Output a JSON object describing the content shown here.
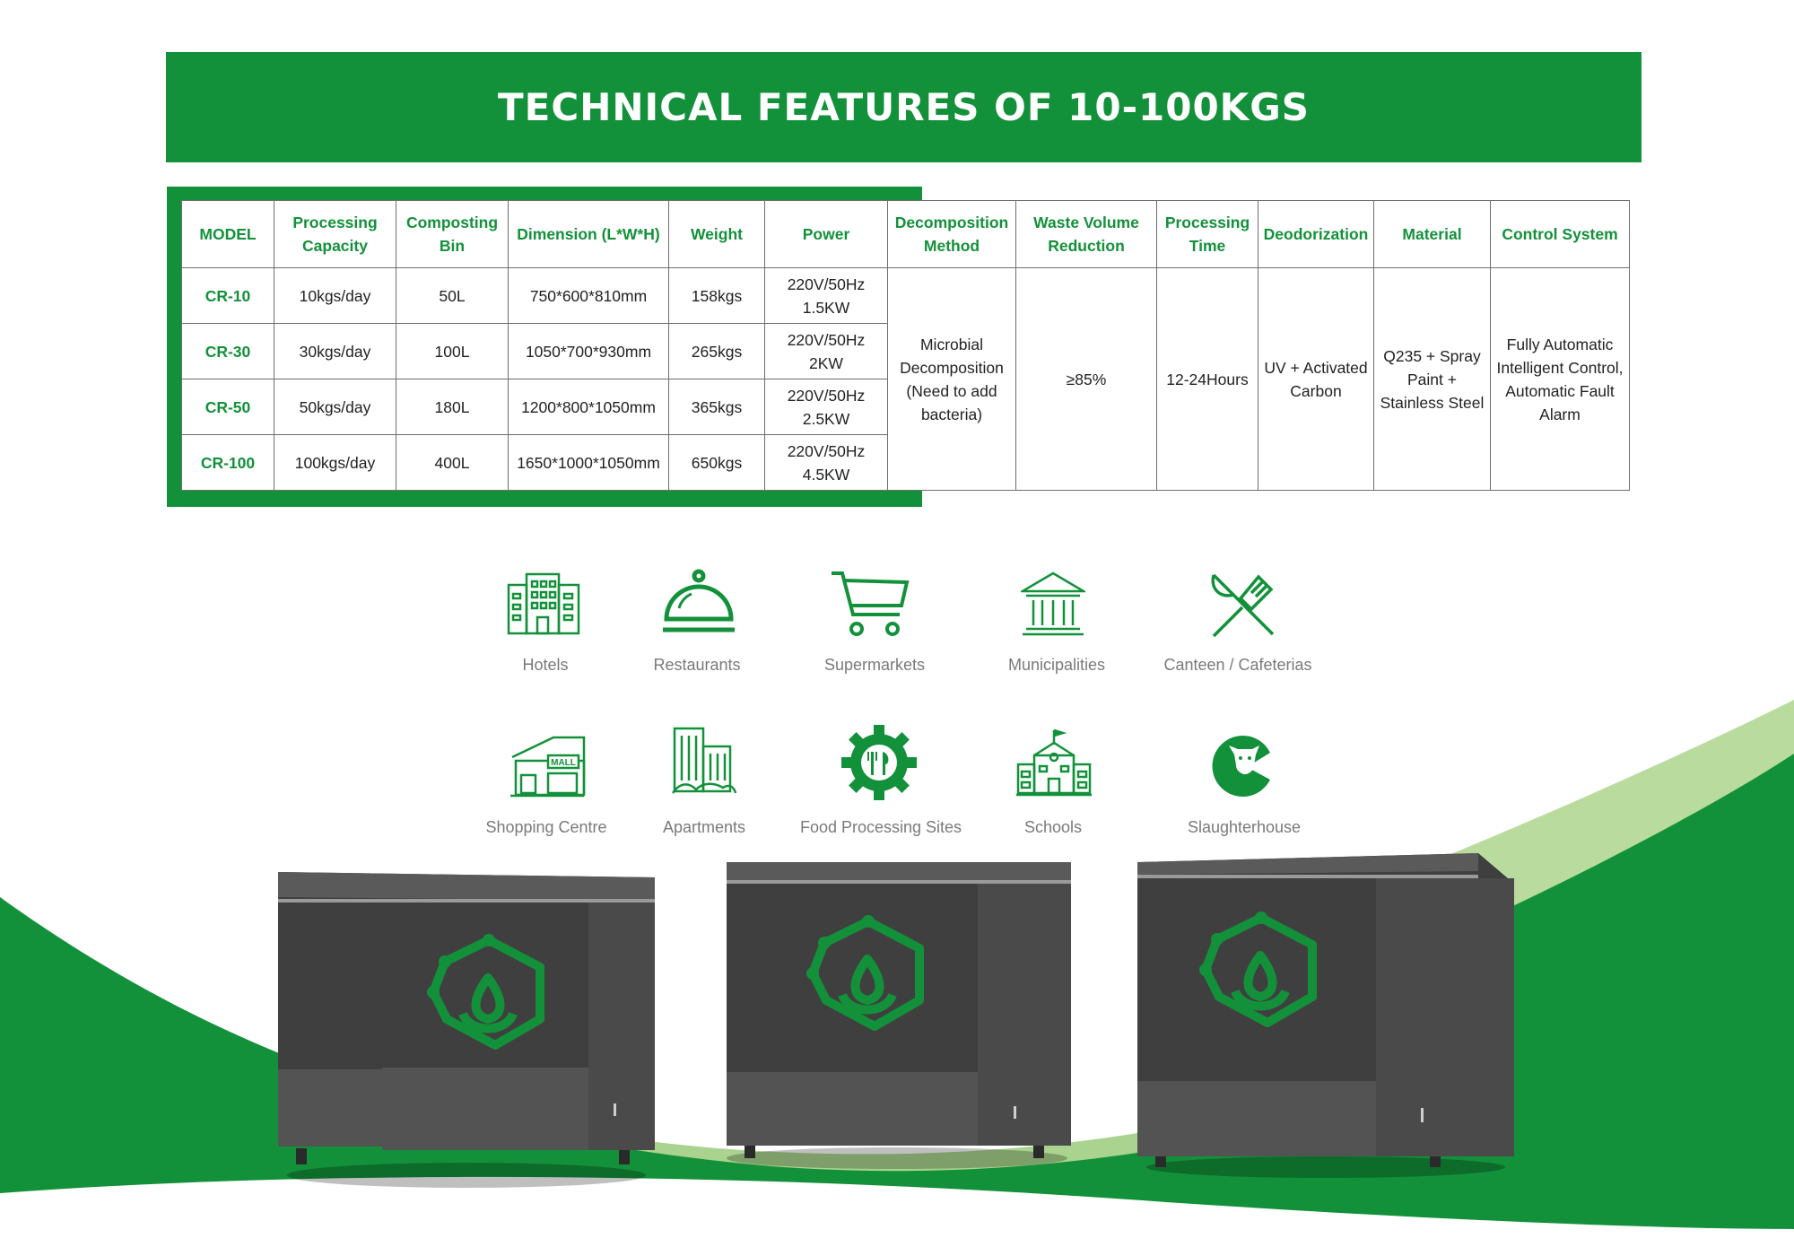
{
  "banner": {
    "title": "TECHNICAL FEATURES OF 10-100KGS"
  },
  "table": {
    "headers": {
      "model": "MODEL",
      "capacity": "Processing Capacity",
      "bin": "Composting Bin",
      "dimension": "Dimension (L*W*H)",
      "weight": "Weight",
      "power": "Power",
      "method": "Decomposition Method",
      "reduction": "Waste Volume Reduction",
      "time": "Processing Time",
      "deodor": "Deodorization",
      "material": "Material",
      "control": "Control System"
    },
    "rows": [
      {
        "model": "CR-10",
        "capacity": "10kgs/day",
        "bin": "50L",
        "dimension": "750*600*810mm",
        "weight": "158kgs",
        "voltage": "220V/50Hz",
        "kw": "1.5KW"
      },
      {
        "model": "CR-30",
        "capacity": "30kgs/day",
        "bin": "100L",
        "dimension": "1050*700*930mm",
        "weight": "265kgs",
        "voltage": "220V/50Hz",
        "kw": "2KW"
      },
      {
        "model": "CR-50",
        "capacity": "50kgs/day",
        "bin": "180L",
        "dimension": "1200*800*1050mm",
        "weight": "365kgs",
        "voltage": "220V/50Hz",
        "kw": "2.5KW"
      },
      {
        "model": "CR-100",
        "capacity": "100kgs/day",
        "bin": "400L",
        "dimension": "1650*1000*1050mm",
        "weight": "650kgs",
        "voltage": "220V/50Hz",
        "kw": "4.5KW"
      }
    ],
    "shared": {
      "method": "Microbial Decomposition (Need to add bacteria)",
      "reduction": "≥85%",
      "time": "12-24Hours",
      "deodor": "UV + Activated Carbon",
      "material": "Q235 + Spray Paint + Stainless Steel",
      "control": "Fully Automatic Intelligent Control, Automatic Fault Alarm"
    }
  },
  "applications": [
    {
      "label": "Hotels",
      "icon": "hotel-building-icon"
    },
    {
      "label": "Restaurants",
      "icon": "cloche-icon"
    },
    {
      "label": "Supermarkets",
      "icon": "shopping-cart-icon"
    },
    {
      "label": "Municipalities",
      "icon": "government-building-icon"
    },
    {
      "label": "Canteen / Cafeterias",
      "icon": "knife-fork-icon"
    },
    {
      "label": "Shopping Centre",
      "icon": "mall-icon",
      "sign": "MALL"
    },
    {
      "label": "Apartments",
      "icon": "apartment-icon"
    },
    {
      "label": "Food Processing Sites",
      "icon": "food-gear-icon"
    },
    {
      "label": "Schools",
      "icon": "school-icon"
    },
    {
      "label": "Slaughterhouse",
      "icon": "cow-icon"
    }
  ],
  "colors": {
    "brand_green": "#13913a",
    "light_green": "#a9d38e",
    "machine_gray": "#464646"
  }
}
